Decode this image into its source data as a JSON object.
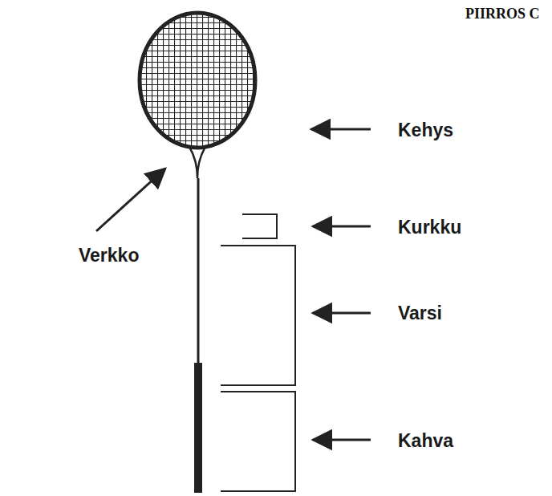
{
  "diagram": {
    "title": "PIIRROS C",
    "labels": [
      "Kehys",
      "Kurkku",
      "Verkko",
      "Varsi",
      "Kahva"
    ]
  }
}
